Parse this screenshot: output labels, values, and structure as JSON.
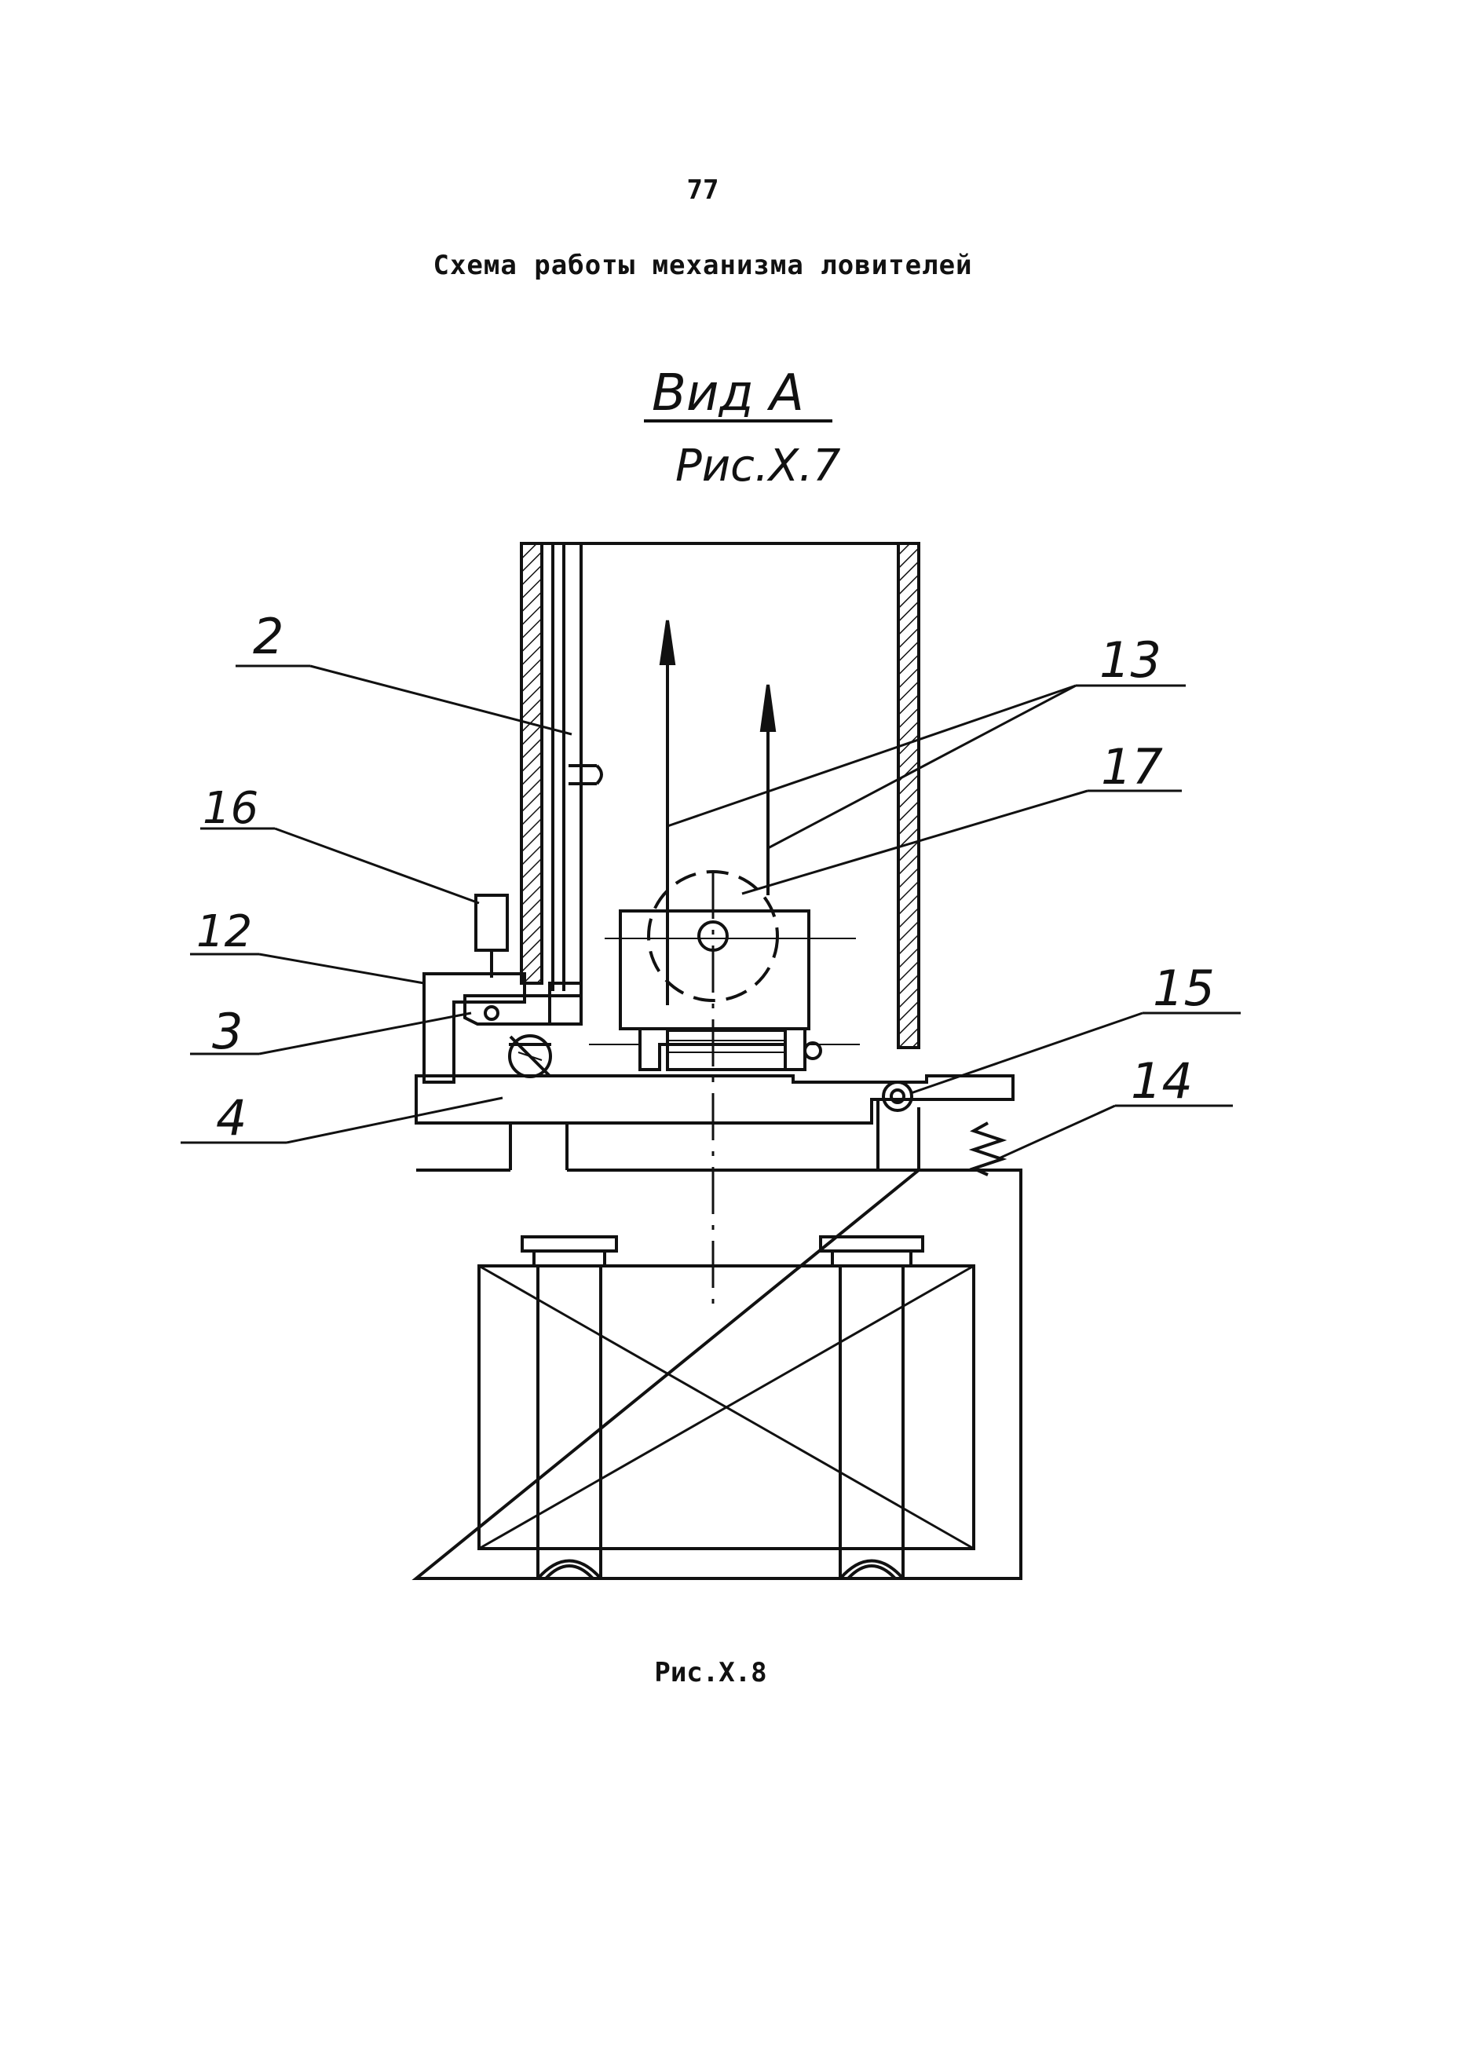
{
  "page": {
    "number": "77",
    "title": "Схема работы механизма ловителей",
    "caption": "Рис.Х.8"
  },
  "view_label": {
    "top": "Вид А",
    "bottom": "Рис.Х.7"
  },
  "callouts": {
    "c2": "2",
    "c16": "16",
    "c12": "12",
    "c3": "3",
    "c4": "4",
    "c13": "13",
    "c17": "17",
    "c15": "15",
    "c14": "14"
  },
  "colors": {
    "ink": "#111111",
    "paper": "#ffffff"
  }
}
